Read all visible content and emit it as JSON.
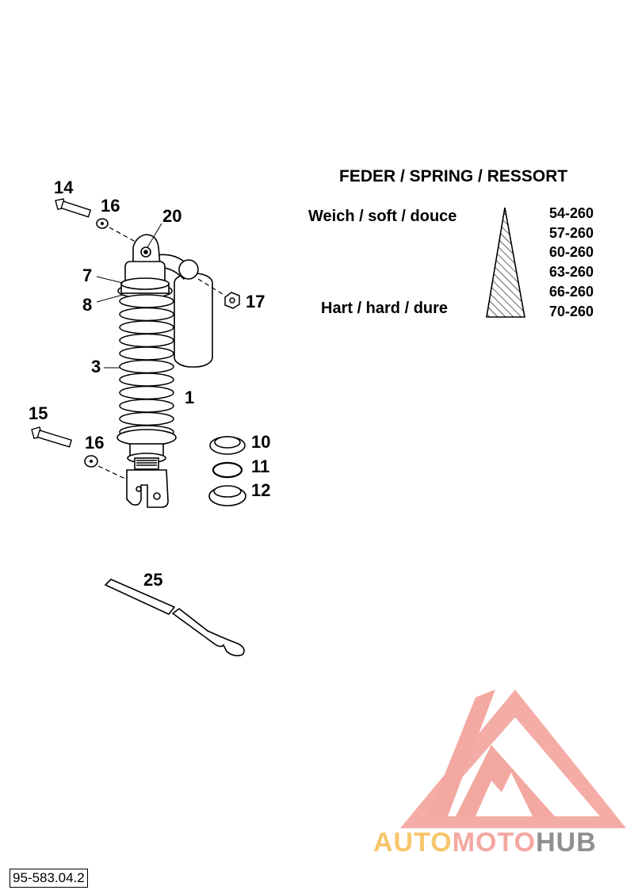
{
  "callouts": [
    {
      "id": "14",
      "text": "14"
    },
    {
      "id": "16a",
      "text": "16"
    },
    {
      "id": "20",
      "text": "20"
    },
    {
      "id": "7",
      "text": "7"
    },
    {
      "id": "8",
      "text": "8"
    },
    {
      "id": "17",
      "text": "17"
    },
    {
      "id": "3",
      "text": "3"
    },
    {
      "id": "1",
      "text": "1"
    },
    {
      "id": "15",
      "text": "15"
    },
    {
      "id": "16b",
      "text": "16"
    },
    {
      "id": "10",
      "text": "10"
    },
    {
      "id": "11",
      "text": "11"
    },
    {
      "id": "12",
      "text": "12"
    },
    {
      "id": "25",
      "text": "25"
    }
  ],
  "spring_table": {
    "title": "FEDER / SPRING / RESSORT",
    "soft_label": "Weich / soft / douce",
    "hard_label": "Hart / hard / dure",
    "rates": [
      "54-260",
      "57-260",
      "60-260",
      "63-260",
      "66-260",
      "70-260"
    ]
  },
  "logo": {
    "part1": "AUTO",
    "part2": "MOTO",
    "part3": "HUB",
    "colors": {
      "triangle": "#f3a8a1",
      "auto": "#f7c66b",
      "moto": "#f3a8a1",
      "hub": "#8f8f8f"
    }
  },
  "doc_number": "95-583.04.2"
}
